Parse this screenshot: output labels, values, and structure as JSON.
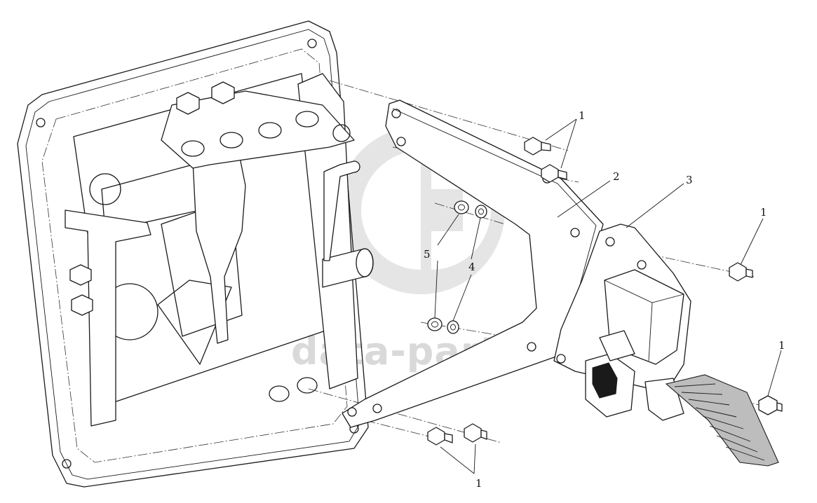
{
  "diagram": {
    "watermark_text": "data-parts",
    "callouts": [
      {
        "id": "c1a",
        "number": "1"
      },
      {
        "id": "c1b",
        "number": "1"
      },
      {
        "id": "c1c",
        "number": "1"
      },
      {
        "id": "c1d",
        "number": "1"
      },
      {
        "id": "c2",
        "number": "2"
      },
      {
        "id": "c3",
        "number": "3"
      },
      {
        "id": "c4",
        "number": "4"
      },
      {
        "id": "c5",
        "number": "5"
      }
    ]
  }
}
